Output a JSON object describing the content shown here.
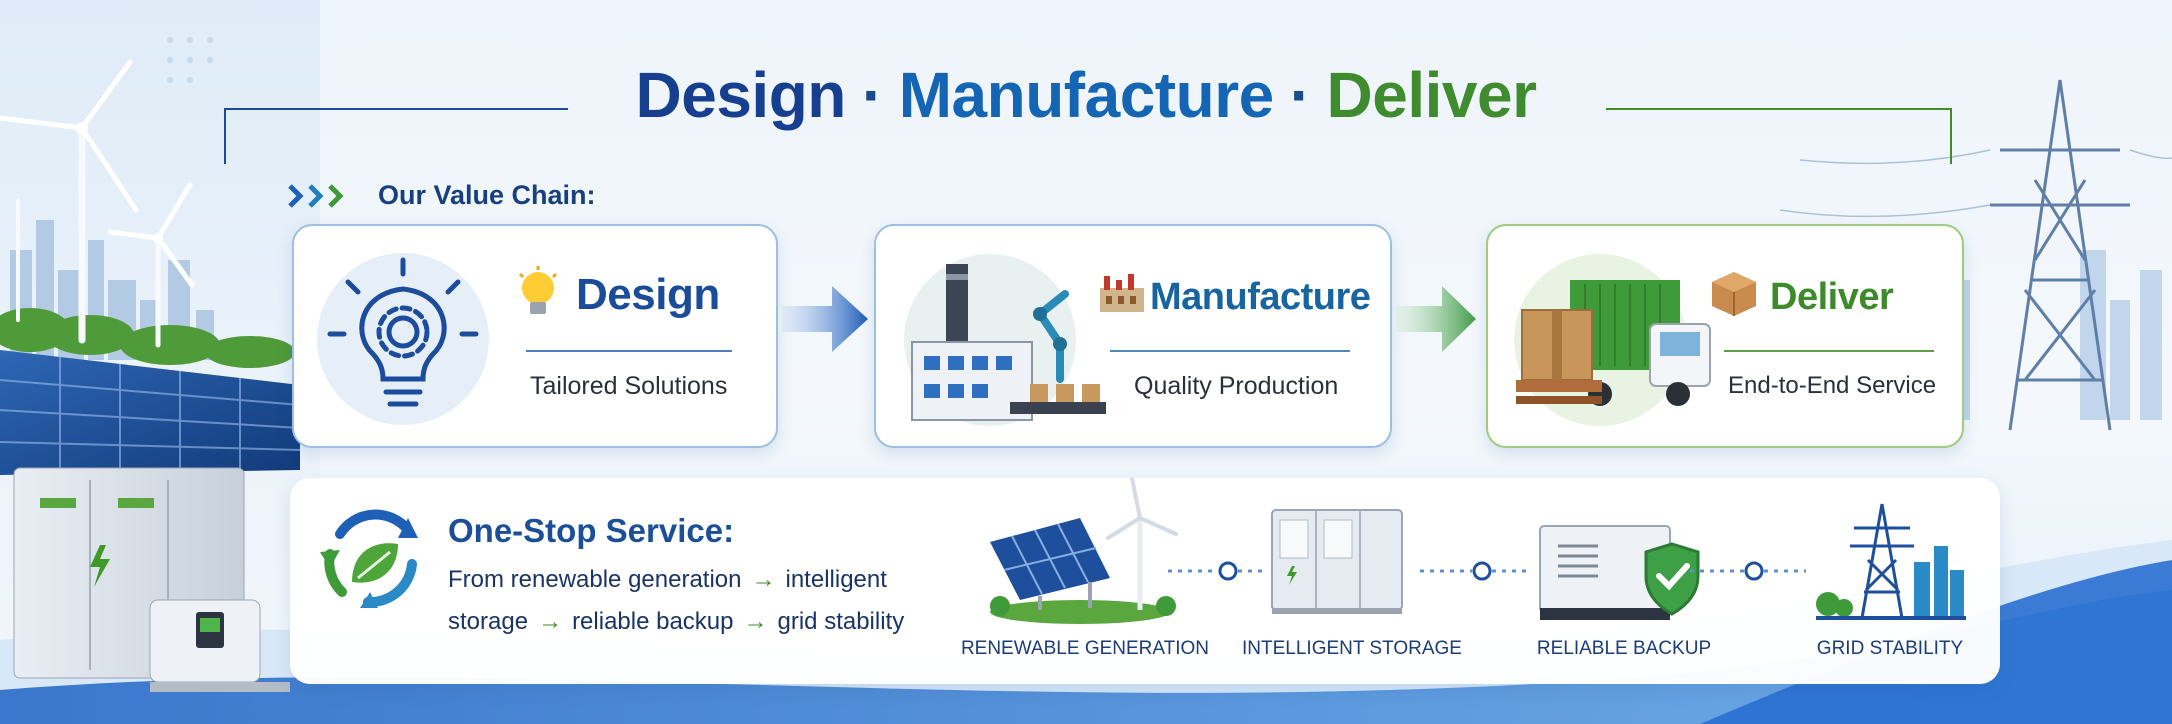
{
  "title": {
    "part1": "Design",
    "part2": "Manufacture",
    "part3": "Deliver",
    "separator": "·"
  },
  "value_chain": {
    "label": "Our Value Chain:",
    "chevrons": "›››"
  },
  "cards": [
    {
      "title": "Design",
      "subtitle": "Tailored Solutions",
      "icon": "lightbulb-icon",
      "color": "#1a4c9a"
    },
    {
      "title": "Manufacture",
      "subtitle": "Quality Production",
      "icon": "factory-icon",
      "color": "#17649f"
    },
    {
      "title": "Deliver",
      "subtitle": "End-to-End Service",
      "icon": "package-icon",
      "color": "#3d8a2a"
    }
  ],
  "service": {
    "title": "One-Stop Service:",
    "line1_a": "From renewable generation",
    "line1_b": "intelligent",
    "line2_a": "storage",
    "line2_b": "reliable backup",
    "line2_c": "grid stability",
    "arrow": "→"
  },
  "stages": [
    {
      "label": "RENEWABLE GENERATION",
      "icon": "solar-wind-icon"
    },
    {
      "label": "INTELLIGENT STORAGE",
      "icon": "battery-storage-icon"
    },
    {
      "label": "RELIABLE BACKUP",
      "icon": "generator-shield-icon"
    },
    {
      "label": "GRID STABILITY",
      "icon": "transmission-tower-icon"
    }
  ],
  "colors": {
    "navy": "#173f8f",
    "blue": "#1565b5",
    "green": "#3f8c2e"
  }
}
